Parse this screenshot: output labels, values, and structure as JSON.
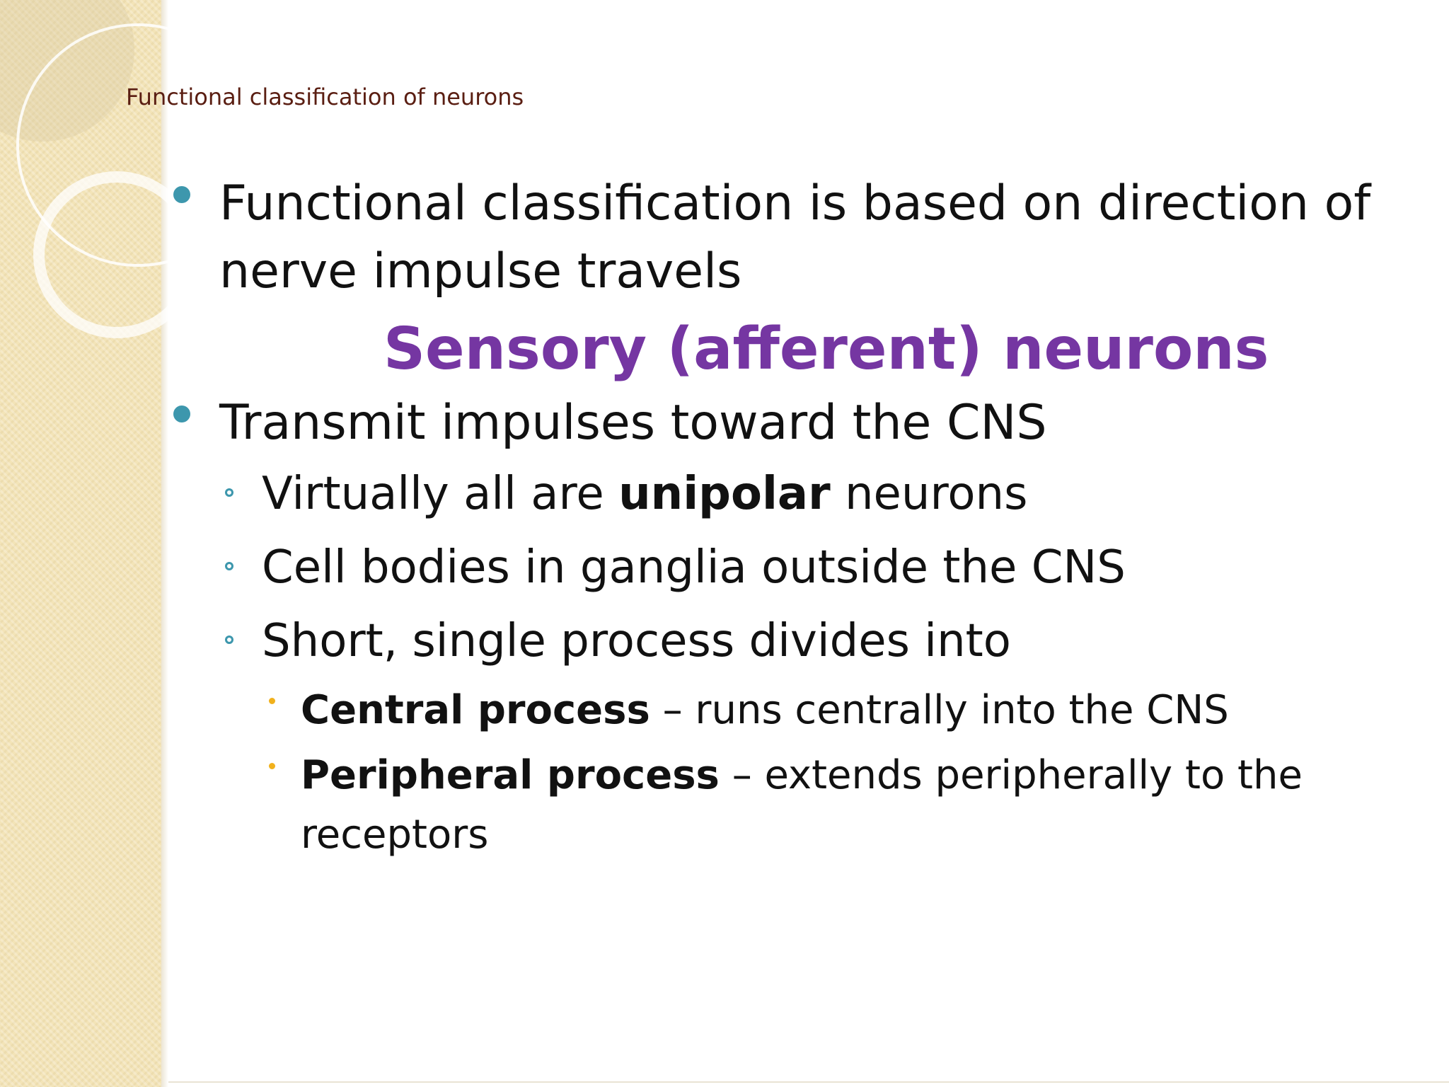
{
  "slide": {
    "title": "Functional classification of neurons",
    "intro": {
      "line1": "Functional classification is based on direction of",
      "line2": "nerve impulse travels"
    },
    "heading": "Sensory (afferent) neurons",
    "point": "Transmit impulses toward the CNS",
    "sub1": {
      "pre": "Virtually all are ",
      "bold": "unipolar",
      "post": " neurons"
    },
    "sub2": "Cell bodies in ganglia outside the CNS",
    "sub3": "Short, single process divides into",
    "sub3_items": [
      {
        "bold": "Central process",
        "rest": " – runs centrally into the CNS"
      },
      {
        "bold": "Peripheral process",
        "rest": " – extends peripherally to the",
        "cont": "receptors"
      }
    ]
  },
  "colors": {
    "title_text": "#5a1e12",
    "heading_purple": "#7536a2",
    "bullet_teal": "#3d97ad",
    "bullet_gold": "#f1b11c",
    "side_band": "#f3e4b8"
  }
}
